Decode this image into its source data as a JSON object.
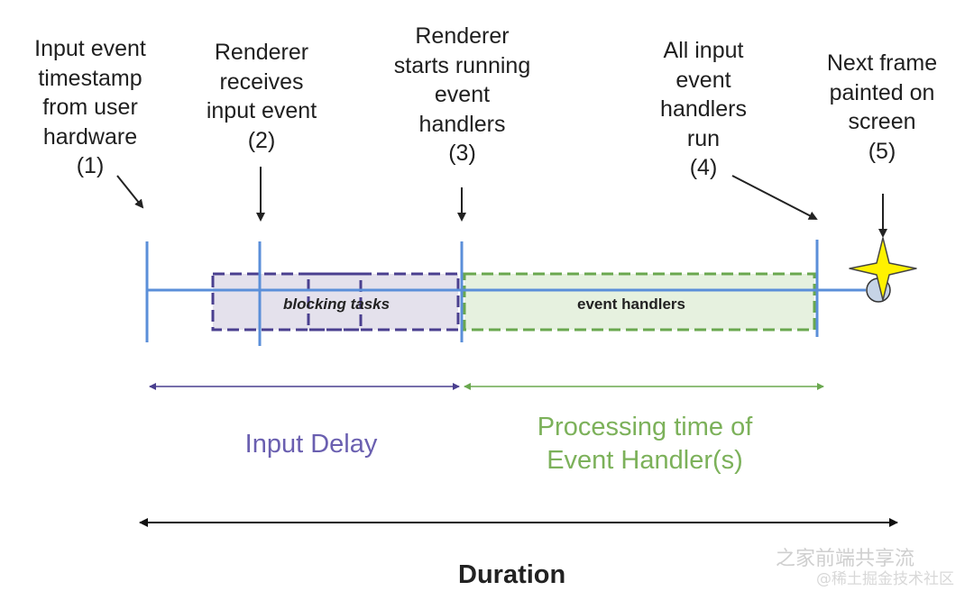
{
  "labels": {
    "step1": "Input event\ntimestamp\nfrom user\nhardware\n(1)",
    "step2": "Renderer\nreceives\ninput event\n(2)",
    "step3": "Renderer\nstarts running\nevent\nhandlers\n(3)",
    "step4": "All input\nevent\nhandlers\nrun\n(4)",
    "step5": "Next frame\npainted on\nscreen\n(5)"
  },
  "boxes": {
    "blocking": "blocking tasks",
    "handlers": "event handlers"
  },
  "spans": {
    "input_delay": "Input Delay",
    "processing": "Processing time of\nEvent Handler(s)",
    "duration": "Duration"
  },
  "watermark": {
    "main": "之家前端共享流",
    "sub": "@稀土掘金技术社区"
  },
  "colors": {
    "timeline": "#5b8fd9",
    "blocking_border": "#4a3f8f",
    "blocking_fill": "#e4e1ec",
    "handlers_border": "#6aa84f",
    "handlers_fill": "#e6f1df",
    "input_delay_text": "#6a5fb0",
    "processing_text": "#7cb15a",
    "star_fill": "#fff200",
    "star_stroke": "#444444"
  }
}
